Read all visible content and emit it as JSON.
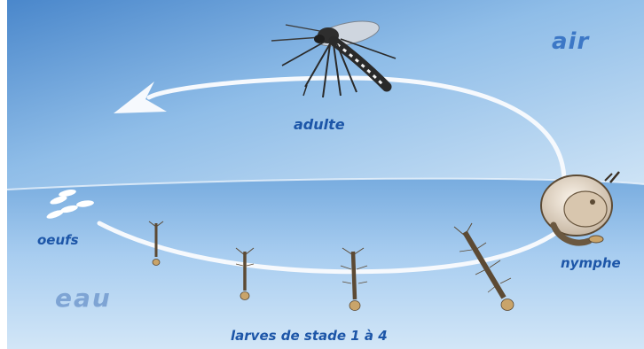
{
  "labels": {
    "air": "air",
    "adulte": "adulte",
    "oeufs": "oeufs",
    "nymphe": "nymphe",
    "eau": "eau",
    "larves": "larves de stade 1 à 4"
  },
  "colors": {
    "air_sky_top": "#4f8fd0",
    "air_sky_mid": "#a9cdee",
    "water_surface": "#7fb2e2",
    "water_deep": "#bdd8f2",
    "label_blue": "#1d56a8",
    "cycle_arrow": "#f6f9fd"
  },
  "icons": {
    "adult": "mosquito-adult-icon",
    "eggs": "eggs-icon",
    "larva": "larva-icon",
    "pupa": "pupa-icon",
    "arrow": "cycle-arrow"
  }
}
